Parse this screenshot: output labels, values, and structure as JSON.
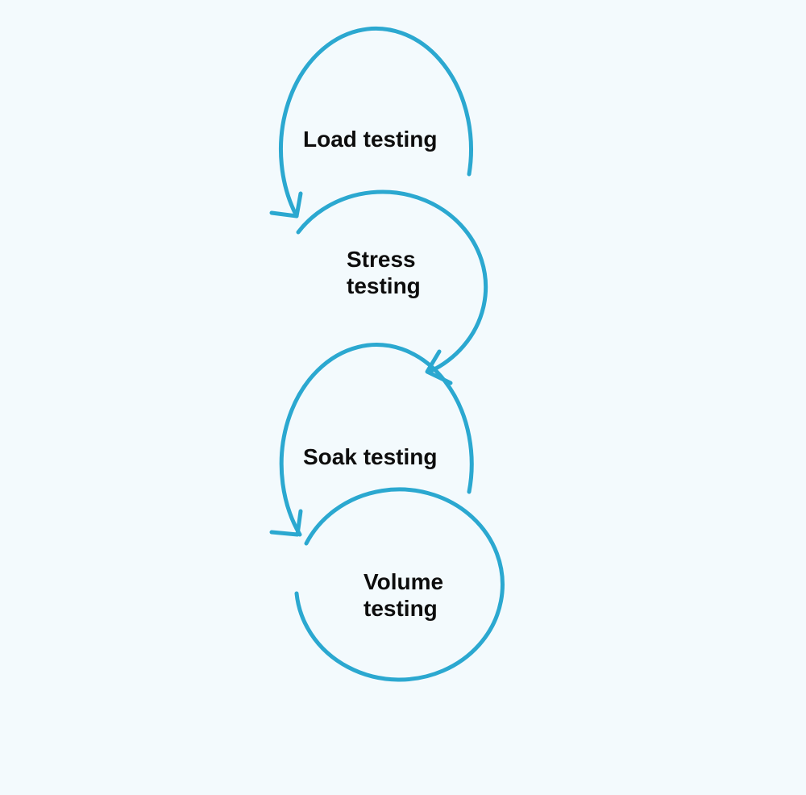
{
  "diagram": {
    "stroke_color": "#2ba8d0",
    "text_color": "#0d0d0d",
    "background_color": "#f3fafd",
    "steps": [
      {
        "line1": "Load testing",
        "line2": ""
      },
      {
        "line1": "Stress",
        "line2": "testing"
      },
      {
        "line1": "Soak testing",
        "line2": ""
      },
      {
        "line1": "Volume",
        "line2": "testing"
      }
    ]
  }
}
